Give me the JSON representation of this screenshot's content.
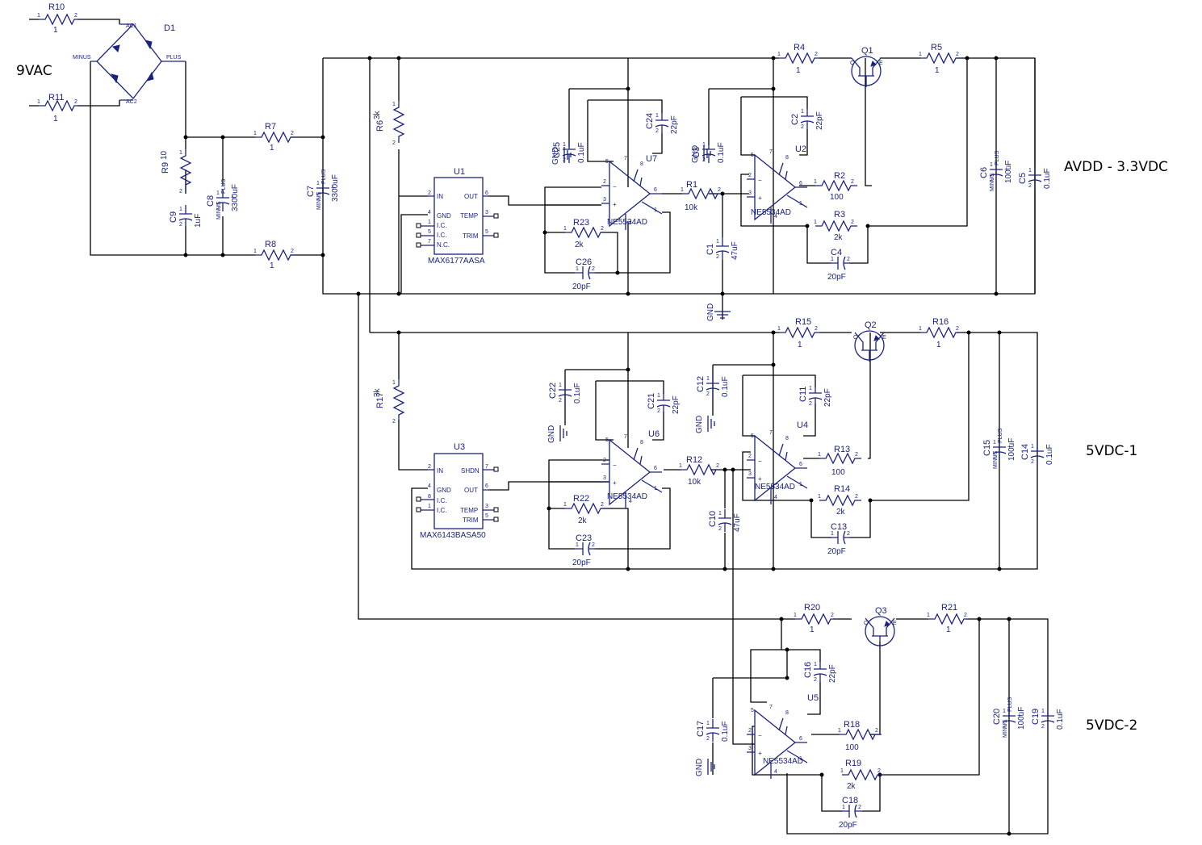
{
  "labels": {
    "input": "9VAC",
    "rail1": "AVDD - 3.3VDC",
    "rail2": "5VDC-1",
    "rail3": "5VDC-2"
  },
  "bridge": {
    "ref": "D1",
    "ac1": "AC1",
    "ac2": "AC2",
    "minus": "MINUS",
    "plus": "PLUS"
  },
  "pins": {
    "one": "1",
    "two": "2"
  },
  "cap_terms": {
    "minus": "MINUS",
    "plus": "PLUS",
    "sign": "+"
  },
  "resistors": [
    {
      "ref": "R10",
      "val": "1"
    },
    {
      "ref": "R11",
      "val": "1"
    },
    {
      "ref": "R9",
      "val": "10"
    },
    {
      "ref": "R7",
      "val": "1"
    },
    {
      "ref": "R8",
      "val": "1"
    },
    {
      "ref": "R6",
      "val": "3k"
    },
    {
      "ref": "R4",
      "val": "1"
    },
    {
      "ref": "R5",
      "val": "1"
    },
    {
      "ref": "R1",
      "val": "10k"
    },
    {
      "ref": "R2",
      "val": "100"
    },
    {
      "ref": "R3",
      "val": "2k"
    },
    {
      "ref": "R23",
      "val": "2k"
    },
    {
      "ref": "R17",
      "val": "3k"
    },
    {
      "ref": "R15",
      "val": "1"
    },
    {
      "ref": "R16",
      "val": "1"
    },
    {
      "ref": "R12",
      "val": "10k"
    },
    {
      "ref": "R13",
      "val": "100"
    },
    {
      "ref": "R14",
      "val": "2k"
    },
    {
      "ref": "R22",
      "val": "2k"
    },
    {
      "ref": "R20",
      "val": "1"
    },
    {
      "ref": "R21",
      "val": "1"
    },
    {
      "ref": "R18",
      "val": "100"
    },
    {
      "ref": "R19",
      "val": "2k"
    }
  ],
  "capacitors": [
    {
      "ref": "C9",
      "val": "1uF"
    },
    {
      "ref": "C8",
      "val": "3300uF"
    },
    {
      "ref": "C7",
      "val": "3300uF"
    },
    {
      "ref": "C25",
      "val": "0.1uF"
    },
    {
      "ref": "C24",
      "val": "22pF"
    },
    {
      "ref": "C3",
      "val": "0.1uF"
    },
    {
      "ref": "C2",
      "val": "22pF"
    },
    {
      "ref": "C1",
      "val": "47uF"
    },
    {
      "ref": "C4",
      "val": "20pF"
    },
    {
      "ref": "C26",
      "val": "20pF"
    },
    {
      "ref": "C6",
      "val": "100uF"
    },
    {
      "ref": "C5",
      "val": "0.1uF"
    },
    {
      "ref": "C22",
      "val": "0.1uF"
    },
    {
      "ref": "C21",
      "val": "22pF"
    },
    {
      "ref": "C12",
      "val": "0.1uF"
    },
    {
      "ref": "C11",
      "val": "22pF"
    },
    {
      "ref": "C10",
      "val": "47uF"
    },
    {
      "ref": "C13",
      "val": "20pF"
    },
    {
      "ref": "C23",
      "val": "20pF"
    },
    {
      "ref": "C15",
      "val": "100uF"
    },
    {
      "ref": "C14",
      "val": "0.1uF"
    },
    {
      "ref": "C16",
      "val": "22pF"
    },
    {
      "ref": "C17",
      "val": "0.1uF"
    },
    {
      "ref": "C18",
      "val": "20pF"
    },
    {
      "ref": "C20",
      "val": "100uF"
    },
    {
      "ref": "C19",
      "val": "0.1uF"
    }
  ],
  "transistors": [
    {
      "ref": "Q1",
      "c": "C",
      "e": "E"
    },
    {
      "ref": "Q2",
      "c": "C",
      "e": "E"
    },
    {
      "ref": "Q3",
      "c": "C",
      "e": "E"
    }
  ],
  "opamps": [
    {
      "ref": "U7",
      "part": "NE5534AD"
    },
    {
      "ref": "U2",
      "part": "NE5534AD"
    },
    {
      "ref": "U6",
      "part": "NE5534AD"
    },
    {
      "ref": "U4",
      "part": "NE5534AD"
    },
    {
      "ref": "U5",
      "part": "NE5534AD"
    }
  ],
  "opamp_pins": [
    "2",
    "3",
    "6",
    "1",
    "8",
    "5",
    "7",
    "4"
  ],
  "opamp_signs": {
    "minus": "−",
    "plus": "+"
  },
  "u1": {
    "ref": "U1",
    "part": "MAX6177AASA",
    "left": [
      {
        "pin": "2",
        "name": "IN"
      },
      {
        "pin": "4",
        "name": "GND"
      },
      {
        "pin": "1",
        "name": "I.C."
      },
      {
        "pin": "5",
        "name": "I.C."
      },
      {
        "pin": "7",
        "name": "N.C."
      }
    ],
    "right": [
      {
        "pin": "6",
        "name": "OUT"
      },
      {
        "pin": "3",
        "name": "TEMP"
      },
      {
        "pin": "5",
        "name": "TRIM"
      }
    ]
  },
  "u3": {
    "ref": "U3",
    "part": "MAX6143BASA50",
    "left": [
      {
        "pin": "2",
        "name": "IN"
      },
      {
        "pin": "4",
        "name": "GND"
      },
      {
        "pin": "8",
        "name": "I.C."
      },
      {
        "pin": "1",
        "name": "I.C."
      }
    ],
    "right": [
      {
        "pin": "7",
        "name": "SHDN"
      },
      {
        "pin": "6",
        "name": "OUT"
      },
      {
        "pin": "3",
        "name": "TEMP"
      },
      {
        "pin": "5",
        "name": "TRIM"
      }
    ]
  },
  "gnd_label": "GND"
}
